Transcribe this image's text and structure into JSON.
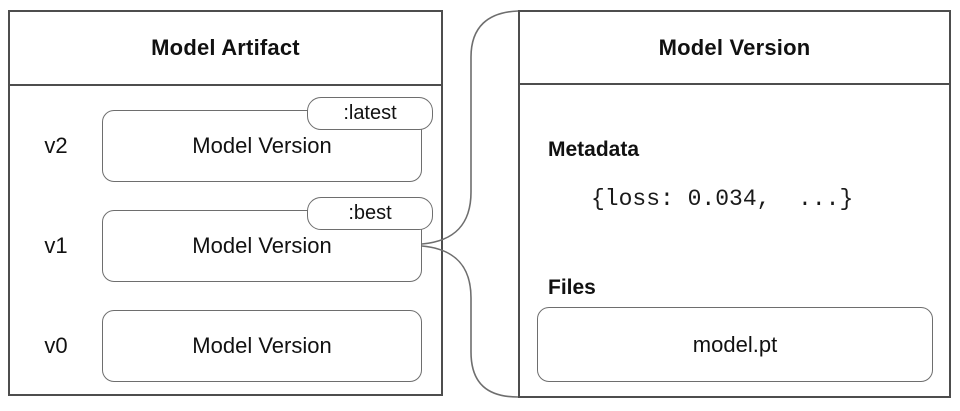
{
  "artifact_panel": {
    "title": "Model Artifact",
    "versions": [
      {
        "label": "v2",
        "box_text": "Model Version",
        "tag": ":latest"
      },
      {
        "label": "v1",
        "box_text": "Model Version",
        "tag": ":best"
      },
      {
        "label": "v0",
        "box_text": "Model Version"
      }
    ]
  },
  "version_panel": {
    "title": "Model Version",
    "metadata_heading": "Metadata",
    "metadata_value": "{loss: 0.034,  ...}",
    "files_heading": "Files",
    "files": [
      "model.pt"
    ]
  },
  "colors": {
    "panel_border": "#4d4d4d",
    "box_border": "#6e6e6e",
    "text": "#111111",
    "background": "#ffffff"
  }
}
